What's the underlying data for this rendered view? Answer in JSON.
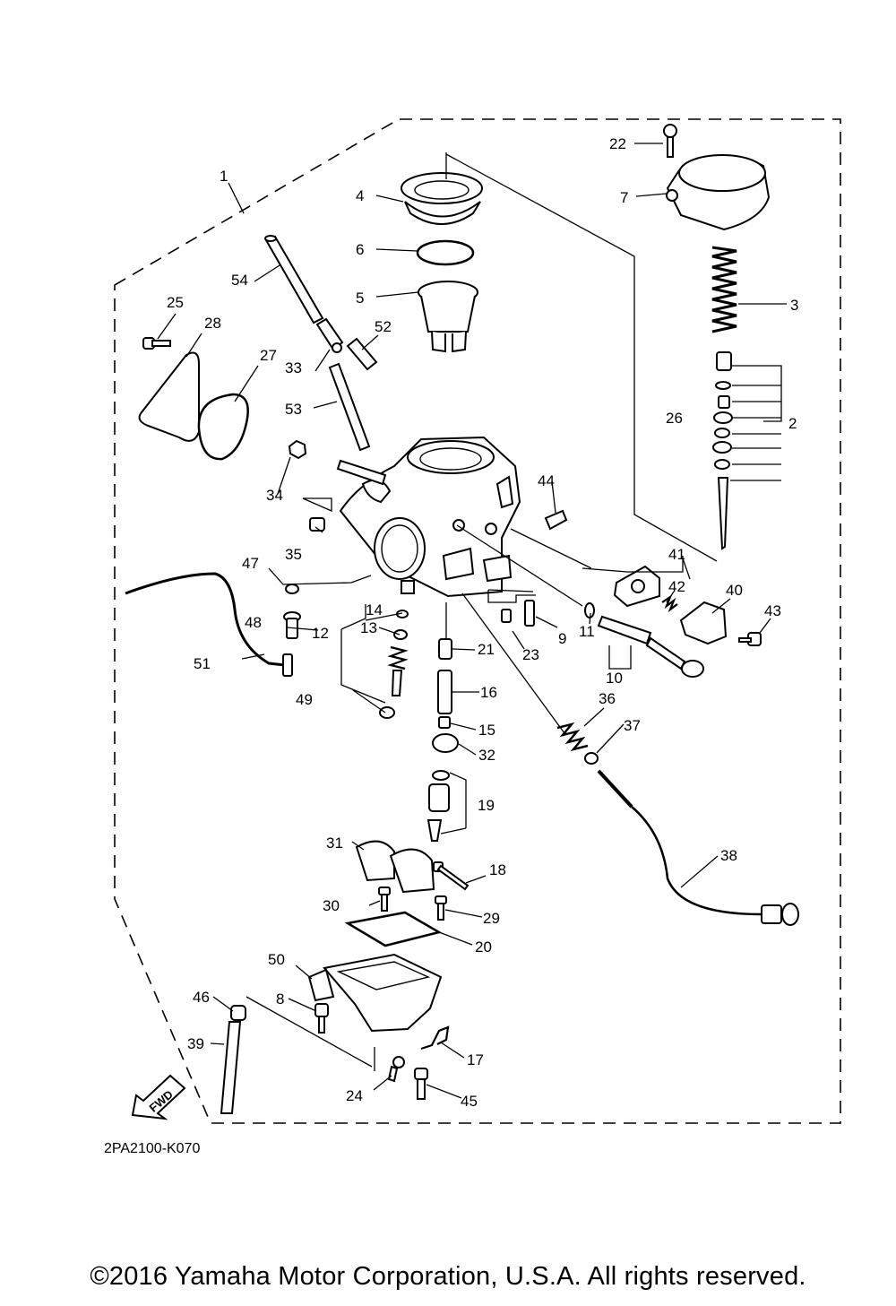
{
  "diagram": {
    "part_labels": [
      "1",
      "2",
      "3",
      "4",
      "5",
      "6",
      "7",
      "8",
      "9",
      "10",
      "11",
      "12",
      "13",
      "14",
      "15",
      "16",
      "17",
      "18",
      "19",
      "20",
      "21",
      "22",
      "23",
      "24",
      "25",
      "26",
      "27",
      "28",
      "29",
      "30",
      "31",
      "32",
      "33",
      "34",
      "35",
      "36",
      "37",
      "38",
      "39",
      "40",
      "41",
      "42",
      "43",
      "44",
      "45",
      "46",
      "47",
      "48",
      "49",
      "50",
      "51",
      "52",
      "53",
      "54"
    ],
    "drawing_code": "2PA2100-K070",
    "fwd_arrow": "FWD"
  },
  "footer": {
    "copyright": "©2016 Yamaha Motor Corporation, U.S.A. All rights reserved."
  }
}
